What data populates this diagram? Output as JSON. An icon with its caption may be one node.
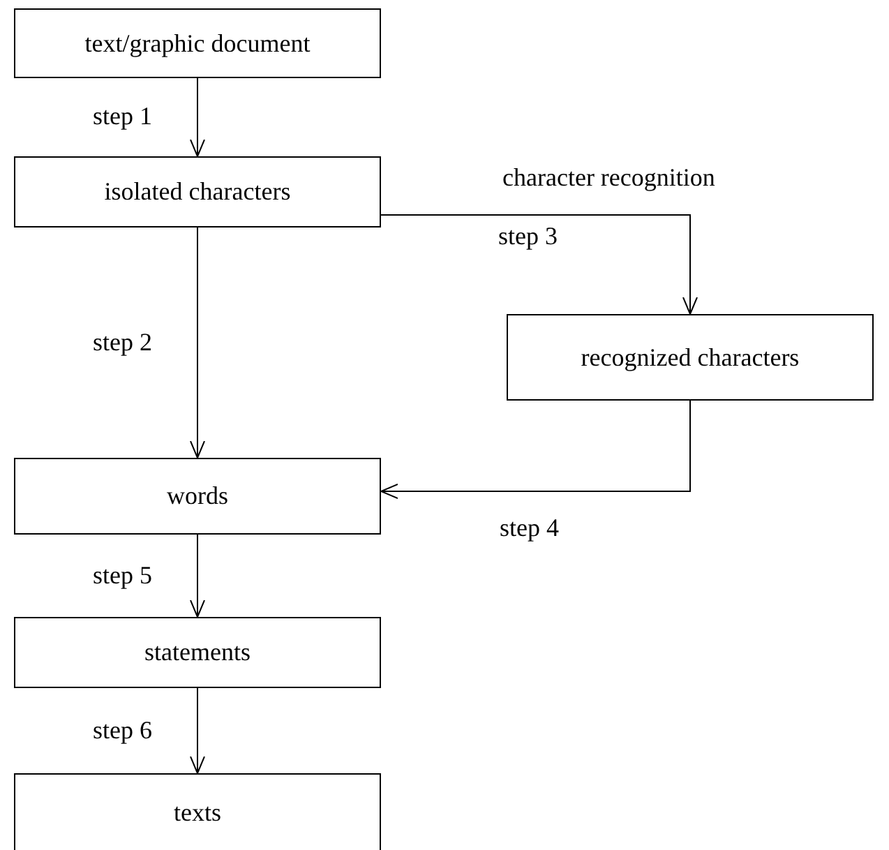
{
  "diagram": {
    "nodes": [
      {
        "text": [
          "text/graphic document"
        ]
      },
      {
        "text": [
          "isolated characters"
        ]
      },
      {
        "text": [
          "recognized characters"
        ]
      },
      {
        "text": [
          "words"
        ]
      },
      {
        "text": [
          "statements"
        ]
      },
      {
        "text": [
          "texts"
        ]
      }
    ],
    "edges": [
      {
        "from": 0,
        "to": 1,
        "arrow": "to",
        "label": "step 1"
      },
      {
        "from": 1,
        "to": 3,
        "arrow": "to",
        "label": "step 2"
      },
      {
        "from": 1,
        "to": 2,
        "arrow": "to",
        "label": "step 3"
      },
      {
        "from": 2,
        "to": 3,
        "arrow": "to",
        "label": "step 4"
      },
      {
        "from": 3,
        "to": 4,
        "arrow": "to",
        "label": "step 5"
      },
      {
        "from": 4,
        "to": 5,
        "arrow": "to",
        "label": "step 6"
      }
    ],
    "labels": [
      "character recognition"
    ]
  }
}
